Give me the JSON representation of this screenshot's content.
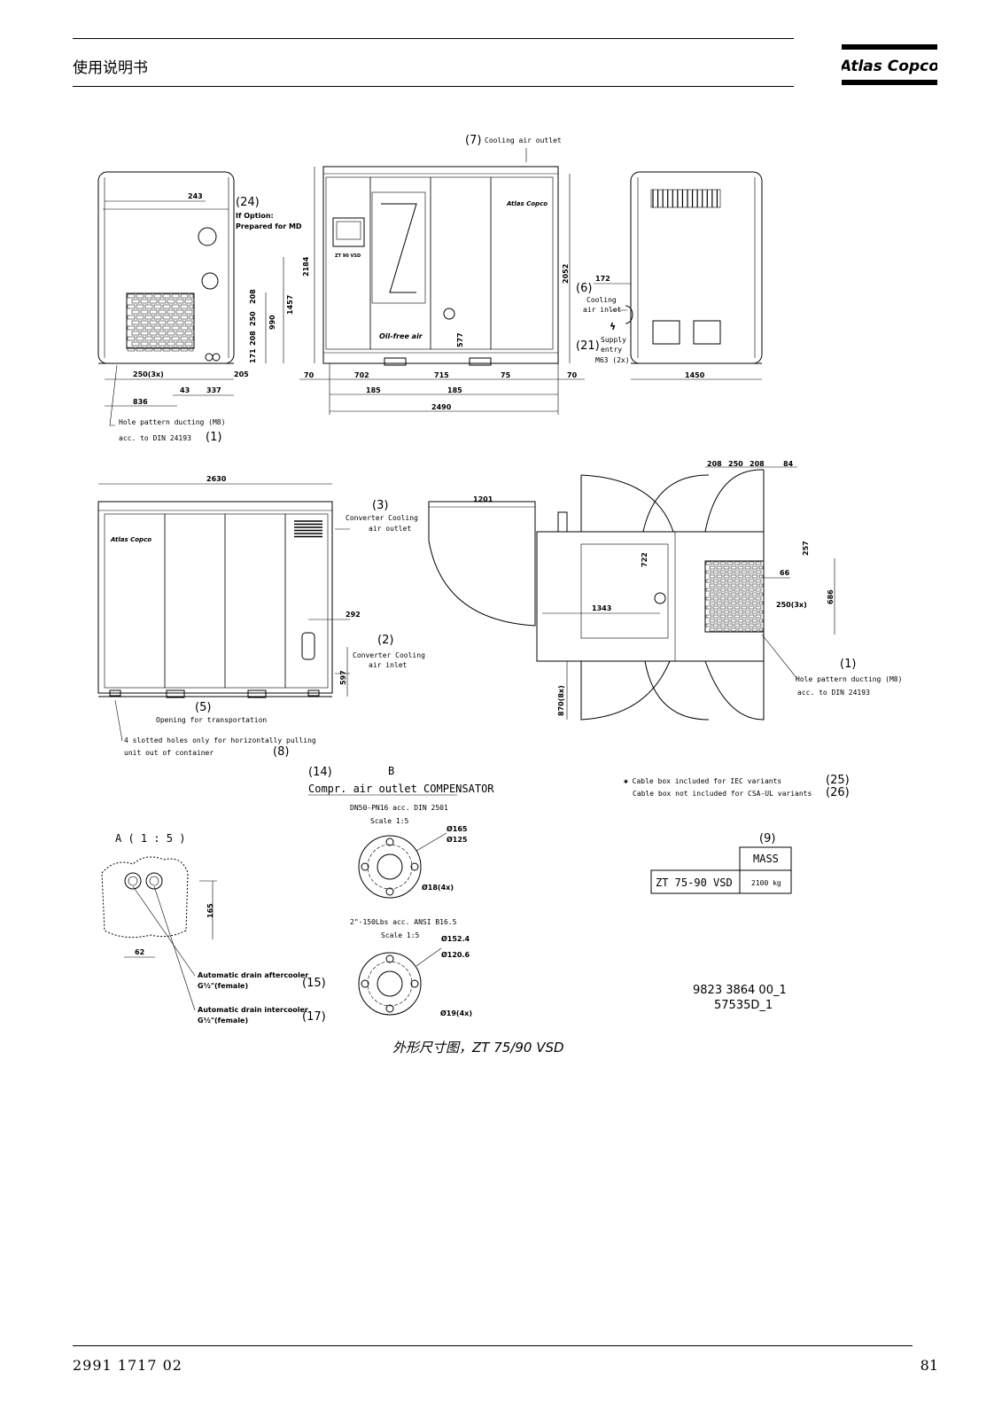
{
  "header": {
    "title": "使用说明书",
    "brand": "Atlas Copco"
  },
  "footer": {
    "doc_number": "2991 1717 02",
    "page_number": "81"
  },
  "figure": {
    "caption": "外形尺寸图，ZT 75/90 VSD",
    "drawing_number": "9823 3864 00_1",
    "drawing_code": "57535D_1",
    "callouts": {
      "c1": "(1)",
      "c2": "(2)",
      "c3": "(3)",
      "c5": "(5)",
      "c6": "(6)",
      "c7": "(7)",
      "c8": "(8)",
      "c9": "(9)",
      "c14": "(14)",
      "c15": "(15)",
      "c17": "(17)",
      "c21": "(21)",
      "c24": "(24)",
      "c25": "(25)",
      "c26": "(26)"
    },
    "labels": {
      "cooling_air_outlet": "Cooling air outlet",
      "if_option": "If Option:",
      "prepared_for_md": "Prepared for MD",
      "cooling": "Cooling",
      "air_inlet": "air inlet",
      "supply": "Supply",
      "entry": "entry",
      "m63": "M63 (2x)",
      "hole_pattern": "Hole pattern ducting (M8)",
      "acc_din": "acc. to DIN 24193",
      "converter_cooling": "Converter Cooling",
      "air_outlet": "air outlet",
      "opening_transport": "Opening for transportation",
      "slotted_holes_1": "4 slotted holes only for horizontally pulling",
      "slotted_holes_2": "unit out of container",
      "b_label": "B",
      "compensator": "Compr. air outlet COMPENSATOR",
      "dn50": "DN50-PN16 acc. DIN 2501",
      "scale": "Scale 1:5",
      "ansi": "2\"-150Lbs acc. ANSI B16.5",
      "a_scale": "A ( 1 : 5 )",
      "drain_after": "Automatic drain aftercooler",
      "drain_inter": "Automatic drain intercooler",
      "g_female": "G½\"(female)",
      "cable_iec": "✱ Cable box included for IEC variants",
      "cable_csa": "Cable box not included for CSA-UL variants",
      "mass": "MASS",
      "model": "ZT 75-90 VSD",
      "mass_value": "2100 kg",
      "panel_brand": "Atlas Copco",
      "panel_model": "ZT 90 VSD",
      "oil_free": "Oil-free air"
    },
    "dimensions": {
      "d243": "243",
      "d2184": "2184",
      "d1457": "1457",
      "d990": "990",
      "d208": "208",
      "d250": "250",
      "d171": "171",
      "d250_3x": "250(3x)",
      "d205": "205",
      "d43": "43",
      "d337": "337",
      "d836": "836",
      "d70": "70",
      "d702": "702",
      "d715": "715",
      "d75": "75",
      "d185": "185",
      "d2490": "2490",
      "d577": "577",
      "d2052": "2052",
      "d172": "172",
      "d1450": "1450",
      "d2630": "2630",
      "d292": "292",
      "d597": "597",
      "d1201": "1201",
      "d722": "722",
      "d1343": "1343",
      "d870_8x": "870(8x)",
      "d84": "84",
      "d257": "257",
      "d66": "66",
      "d686": "686",
      "d165": "165",
      "d62": "62",
      "o165": "Ø165",
      "o125": "Ø125",
      "o18": "Ø18(4x)",
      "o152": "Ø152.4",
      "o120": "Ø120.6",
      "o19": "Ø19(4x)"
    }
  }
}
